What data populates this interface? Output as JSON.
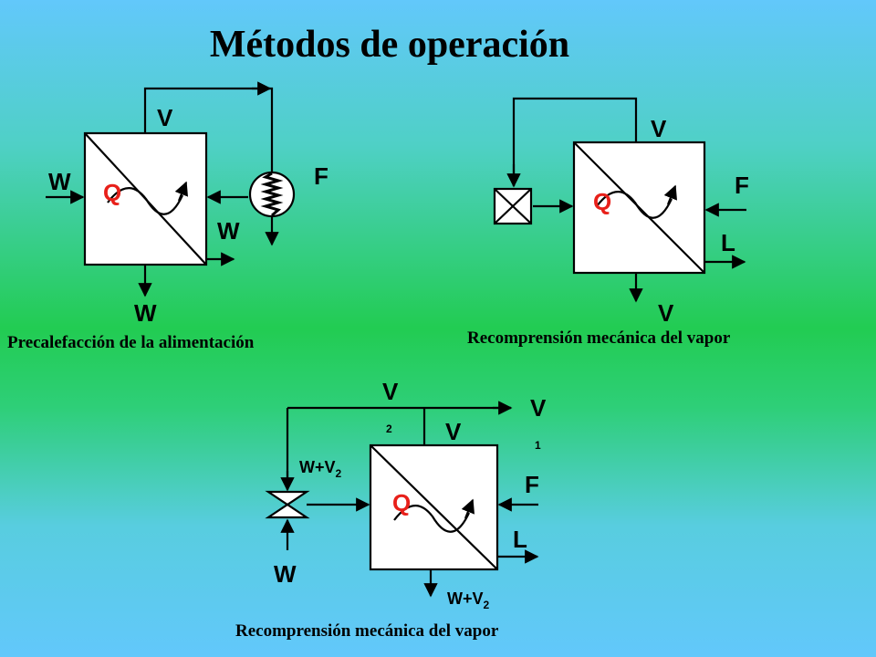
{
  "title": "Métodos de operación",
  "diagram1": {
    "caption": "Precalefacción de la alimentación",
    "label_v": "V",
    "label_w_left": "W",
    "label_q": "Q",
    "label_f": "F",
    "label_w_right": "W",
    "label_w_bottom": "W"
  },
  "diagram2": {
    "caption": "Recomprensión mecánica del vapor",
    "label_v_top": "V",
    "label_q": "Q",
    "label_f": "F",
    "label_l": "L",
    "label_v_bottom": "V"
  },
  "diagram3": {
    "caption": "Recomprensión mecánica del vapor",
    "label_v2_main": "V",
    "label_v2_sub": "2",
    "label_v1_main": "V",
    "label_v1_sub": "1",
    "label_v": "V",
    "label_wv2_left_main": "W+V",
    "label_wv2_left_sub": "2",
    "label_q": "Q",
    "label_f": "F",
    "label_l": "L",
    "label_w": "W",
    "label_wv2_bottom_main": "W+V",
    "label_wv2_bottom_sub": "2"
  },
  "colors": {
    "q_label": "#e8201a",
    "box_fill": "#ffffff",
    "line": "#000000"
  }
}
